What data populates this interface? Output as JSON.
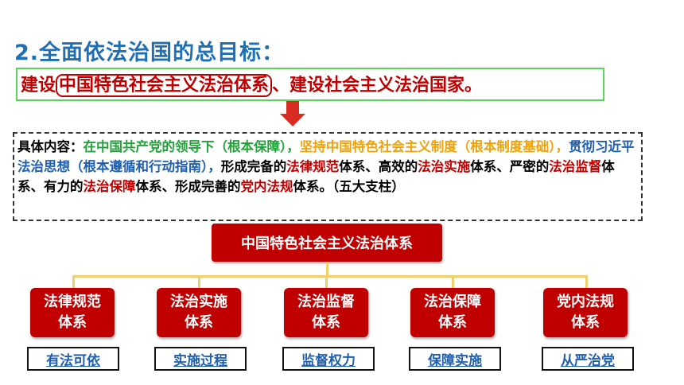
{
  "title": "2.全面依法治国的总目标：",
  "goal": {
    "prefix": "建设",
    "highlight": "中国特色社会主义法治体系",
    "suffix": "、建设社会主义法治国家。"
  },
  "detail": {
    "p1": "具体内容：",
    "p2": "在中国共产党的领导下（根本保障），",
    "p3": "坚持中国特色社会主义制度（根本制度基础），",
    "p4": "贯彻习近平法治思想（根本遵循和行动指南），",
    "p5": "形成完备的",
    "p6": "法律规范",
    "p7": "体系、高效的",
    "p8": "法治实施",
    "p9": "体系、严密的",
    "p10": "法治监督",
    "p11": "体系、有力的",
    "p12": "法治保障",
    "p13": "体系、形成完善的",
    "p14": "党内法规",
    "p15": "体系。（五大支柱）"
  },
  "root": "中国特色社会主义法治体系",
  "nodes": [
    {
      "line1": "法律规范",
      "line2": "体系",
      "tag": "有法可依"
    },
    {
      "line1": "法治实施",
      "line2": "体系",
      "tag": "实施过程"
    },
    {
      "line1": "法治监督",
      "line2": "体系",
      "tag": "监督权力"
    },
    {
      "line1": "法治保障",
      "line2": "体系",
      "tag": "保障实施"
    },
    {
      "line1": "党内法规",
      "line2": "体系",
      "tag": "从严治党"
    }
  ],
  "colors": {
    "red": "#c00000",
    "green": "#21a339",
    "orange": "#f0a30a",
    "blue": "#1f5fb0",
    "title_blue": "#1f6fb5",
    "connector": "#f1cf6a"
  }
}
